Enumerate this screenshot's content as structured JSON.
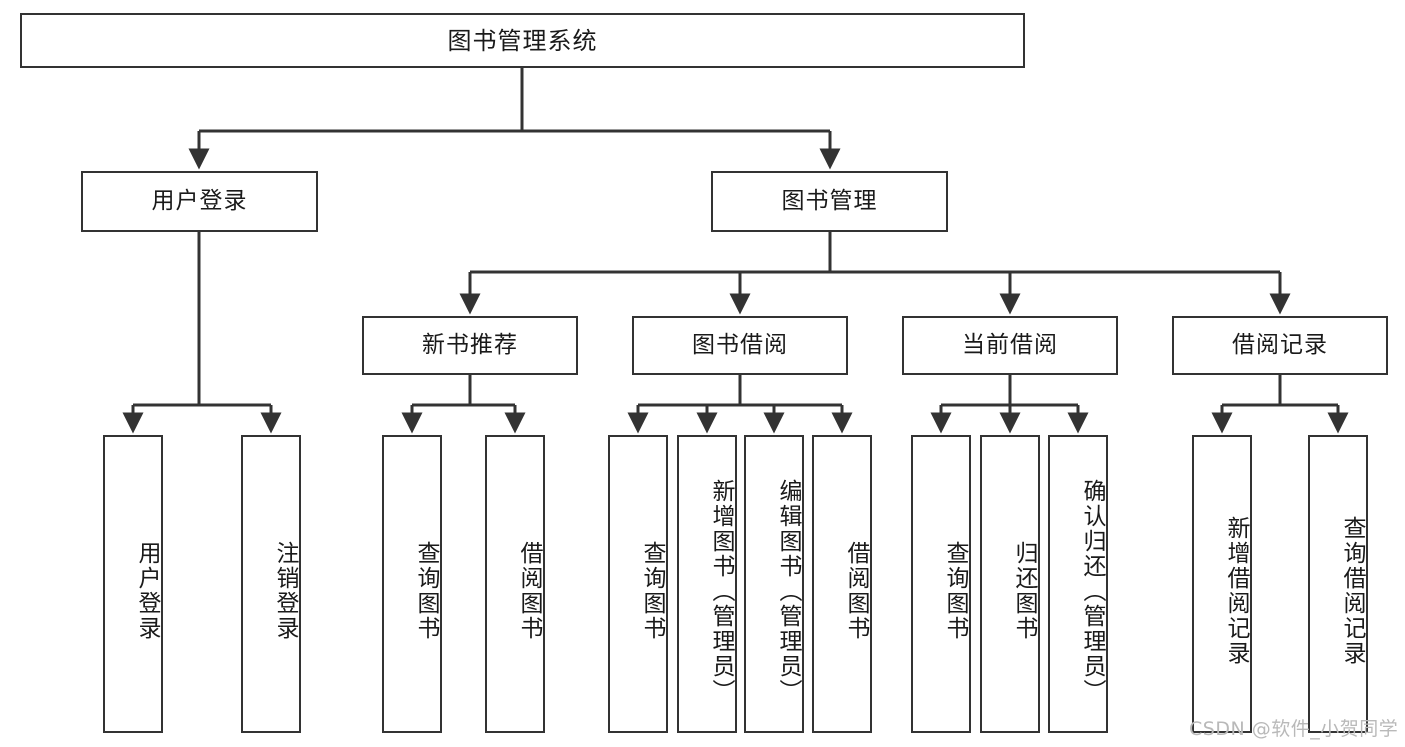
{
  "diagram": {
    "title": "图书管理系统",
    "watermark": "CSDN @软件_小贺同学",
    "line_color": "#333333",
    "box_fill": "#ffffff",
    "text_color": "#1a1a1a",
    "levels": {
      "root": {
        "label": "图书管理系统"
      },
      "level2": [
        {
          "label": "用户登录"
        },
        {
          "label": "图书管理"
        }
      ],
      "level3": [
        {
          "label": "新书推荐"
        },
        {
          "label": "图书借阅"
        },
        {
          "label": "当前借阅"
        },
        {
          "label": "借阅记录"
        }
      ],
      "leaves": {
        "user_login": [
          {
            "label": "用户登录"
          },
          {
            "label": "注销登录"
          }
        ],
        "new_book_recommend": [
          {
            "label": "查询图书"
          },
          {
            "label": "借阅图书"
          }
        ],
        "book_borrow": [
          {
            "label": "查询图书"
          },
          {
            "label": "新增图书（管理员）"
          },
          {
            "label": "编辑图书（管理员）"
          },
          {
            "label": "借阅图书"
          }
        ],
        "current_borrow": [
          {
            "label": "查询图书"
          },
          {
            "label": "归还图书"
          },
          {
            "label": "确认归还（管理员）"
          }
        ],
        "borrow_records": [
          {
            "label": "新增借阅记录"
          },
          {
            "label": "查询借阅记录"
          }
        ]
      }
    }
  },
  "chart_data": {
    "type": "diagram",
    "subtype": "tree-hierarchy",
    "title": "图书管理系统",
    "orientation": "top-down",
    "nodes": [
      {
        "id": "root",
        "label": "图书管理系统",
        "level": 0
      },
      {
        "id": "n-user-login",
        "label": "用户登录",
        "level": 1,
        "parent": "root"
      },
      {
        "id": "n-book-mgmt",
        "label": "图书管理",
        "level": 1,
        "parent": "root"
      },
      {
        "id": "n-user-login-leaf",
        "label": "用户登录",
        "level": 2,
        "parent": "n-user-login"
      },
      {
        "id": "n-logout-leaf",
        "label": "注销登录",
        "level": 2,
        "parent": "n-user-login"
      },
      {
        "id": "n-new-book",
        "label": "新书推荐",
        "level": 2,
        "parent": "n-book-mgmt"
      },
      {
        "id": "n-book-borrow",
        "label": "图书借阅",
        "level": 2,
        "parent": "n-book-mgmt"
      },
      {
        "id": "n-current-borrow",
        "label": "当前借阅",
        "level": 2,
        "parent": "n-book-mgmt"
      },
      {
        "id": "n-borrow-record",
        "label": "借阅记录",
        "level": 2,
        "parent": "n-book-mgmt"
      },
      {
        "id": "n-nb-query",
        "label": "查询图书",
        "level": 3,
        "parent": "n-new-book"
      },
      {
        "id": "n-nb-borrow",
        "label": "借阅图书",
        "level": 3,
        "parent": "n-new-book"
      },
      {
        "id": "n-bb-query",
        "label": "查询图书",
        "level": 3,
        "parent": "n-book-borrow"
      },
      {
        "id": "n-bb-add",
        "label": "新增图书（管理员）",
        "level": 3,
        "parent": "n-book-borrow"
      },
      {
        "id": "n-bb-edit",
        "label": "编辑图书（管理员）",
        "level": 3,
        "parent": "n-book-borrow"
      },
      {
        "id": "n-bb-borrow",
        "label": "借阅图书",
        "level": 3,
        "parent": "n-book-borrow"
      },
      {
        "id": "n-cb-query",
        "label": "查询图书",
        "level": 3,
        "parent": "n-current-borrow"
      },
      {
        "id": "n-cb-return",
        "label": "归还图书",
        "level": 3,
        "parent": "n-current-borrow"
      },
      {
        "id": "n-cb-confirm",
        "label": "确认归还（管理员）",
        "level": 3,
        "parent": "n-current-borrow"
      },
      {
        "id": "n-br-add",
        "label": "新增借阅记录",
        "level": 3,
        "parent": "n-borrow-record"
      },
      {
        "id": "n-br-query",
        "label": "查询借阅记录",
        "level": 3,
        "parent": "n-borrow-record"
      }
    ],
    "edge_style": "orthogonal-arrow"
  }
}
